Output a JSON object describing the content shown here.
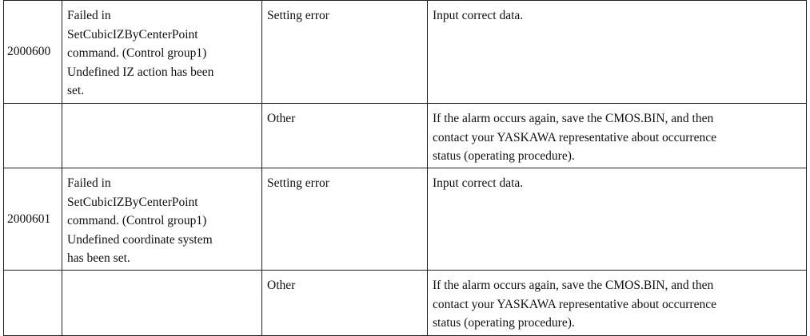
{
  "rows": [
    {
      "code": "2000600",
      "description_lines": [
        "Failed in",
        "SetCubicIZByCenterPoint",
        "command. (Control group1)",
        "Undefined IZ action has been",
        "set."
      ],
      "cause": "Setting error",
      "remedy_lines": [
        "Input correct data."
      ]
    },
    {
      "code": "",
      "description_lines": [],
      "cause": "Other",
      "remedy_lines": [
        "If the alarm occurs again, save the CMOS.BIN, and then",
        "contact your YASKAWA representative about occurrence",
        "status (operating procedure)."
      ]
    },
    {
      "code": "2000601",
      "description_lines": [
        "Failed in",
        "SetCubicIZByCenterPoint",
        "command. (Control group1)",
        "Undefined coordinate system",
        "has been set."
      ],
      "cause": "Setting error",
      "remedy_lines": [
        "Input correct data."
      ]
    },
    {
      "code": "",
      "description_lines": [],
      "cause": "Other",
      "remedy_lines": [
        "If the alarm occurs again, save the CMOS.BIN, and then",
        "contact your YASKAWA representative about occurrence",
        "status (operating procedure)."
      ]
    }
  ]
}
